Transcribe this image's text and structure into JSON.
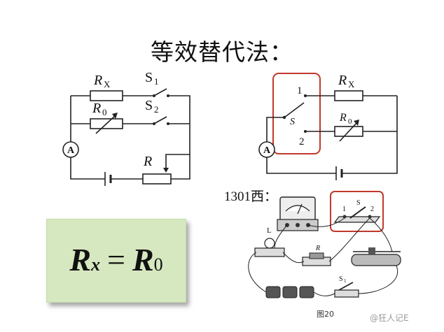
{
  "title": "等效替代法：",
  "left_circuit": {
    "rx_label": "R",
    "rx_sub": "X",
    "r0_label": "R",
    "r0_sub": "0",
    "s1_label": "S",
    "s1_sub": "1",
    "s2_label": "S",
    "s2_sub": "2",
    "r_label": "R",
    "ammeter": "A"
  },
  "right_circuit": {
    "contact1": "1",
    "contact2": "2",
    "switch_label": "S",
    "rx_label": "R",
    "rx_sub": "X",
    "r0_label": "R",
    "r0_sub": "0",
    "ammeter": "A"
  },
  "formula": {
    "lhs": "R",
    "lhs_sub": "x",
    "eq": "=",
    "rhs": "R",
    "rhs_sub": "0"
  },
  "label_1301": "1301西：",
  "apparatus": {
    "lamp_label": "L",
    "resistor_label": "R",
    "switch_label": "S",
    "switch_sub": "1",
    "contact1": "1",
    "contact2": "2",
    "contact_s": "S"
  },
  "figure_caption": "图20",
  "watermark": "@狂人记E",
  "colors": {
    "highlight": "#c0392b",
    "formula_bg": "#d6e8bf"
  }
}
